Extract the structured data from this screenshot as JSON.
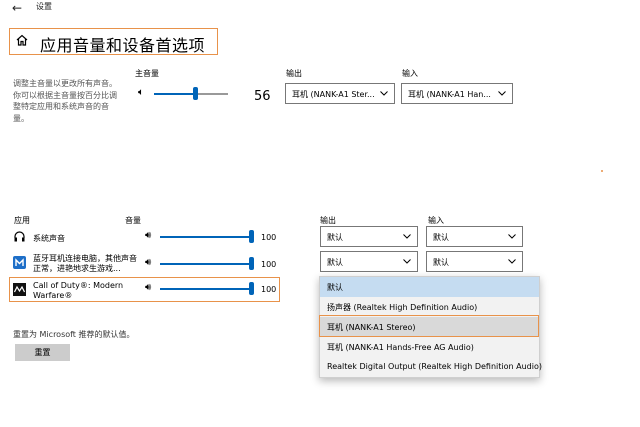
{
  "app": {
    "back": "←",
    "title": "设置"
  },
  "page": {
    "title": "应用音量和设备首选项"
  },
  "description": "调整主音量以更改所有声音。你可以根据主音量按百分比调整特定应用和系统声音的音量。",
  "master": {
    "label": "主音量",
    "value": "56",
    "level": 0.56,
    "output_label": "输出",
    "output_value": "耳机 (NANK-A1 Ster...",
    "input_label": "输入",
    "input_value": "耳机 (NANK-A1 Han..."
  },
  "columns": {
    "app": "应用",
    "volume": "音量",
    "output": "输出",
    "input": "输入"
  },
  "apps": [
    {
      "name": "系统声音",
      "volume": "100",
      "output": "默认",
      "input": "默认"
    },
    {
      "name": "蓝牙耳机连接电脑，其他声音正常，进艳地求生游戏...",
      "volume": "100",
      "output": "默认",
      "input": "默认"
    },
    {
      "name": "Call of Duty®: Modern Warfare®",
      "volume": "100"
    }
  ],
  "dropdown_options": [
    "默认",
    "扬声器 (Realtek High Definition Audio)",
    "耳机 (NANK-A1 Stereo)",
    "耳机 (NANK-A1 Hands-Free AG Audio)",
    "Realtek Digital Output (Realtek High Definition Audio)"
  ],
  "reset": {
    "text": "重置为 Microsoft 推荐的默认值。",
    "button": "重置"
  },
  "colors": {
    "accent": "#0064b8",
    "highlight": "#e8924a",
    "selected": "#c5dcf1"
  }
}
